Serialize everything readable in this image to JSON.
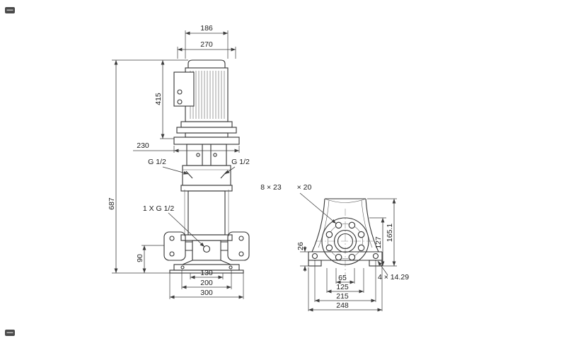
{
  "front": {
    "d186": "186",
    "d270": "270",
    "d415": "415",
    "d230": "230",
    "d687": "687",
    "d90": "90",
    "d130": "130",
    "d200": "200",
    "d300": "300",
    "port_left": "G 1/2",
    "port_right": "G 1/2",
    "drain_note": "1 X G 1/2"
  },
  "side": {
    "flange_note_a": "8 × 23",
    "flange_note_b": "× 20",
    "d26": "26",
    "d127": "127",
    "d165": "165.1",
    "d65": "65",
    "d125": "125",
    "d215": "215",
    "d248": "248",
    "base_note": "4 × 14.29"
  }
}
